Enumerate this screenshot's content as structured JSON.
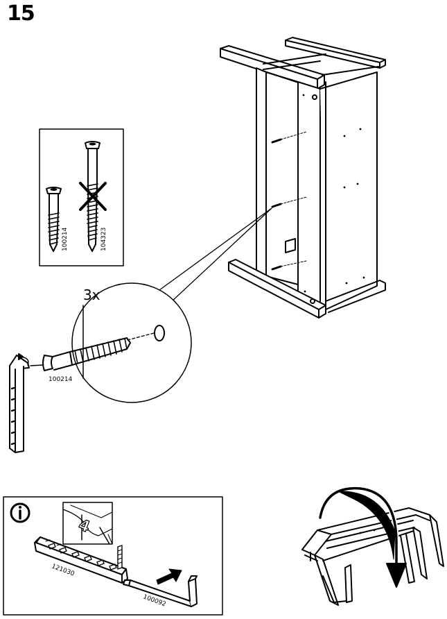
{
  "step": {
    "number": "15"
  },
  "screw_panel": {
    "part_ok": "100214",
    "part_wrong": "104323"
  },
  "detail": {
    "quantity": "3x",
    "screw_label": "100214"
  },
  "info_panel": {
    "handle_label": "121030",
    "key_label": "100092",
    "tip_digit": "4",
    "info_icon": "info-icon"
  }
}
